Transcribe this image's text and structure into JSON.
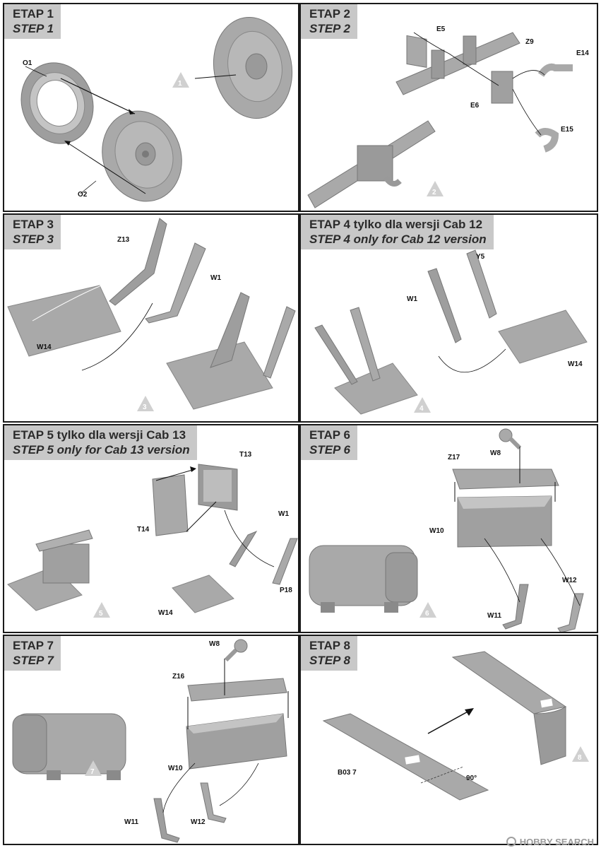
{
  "panels": [
    {
      "etap": "ETAP 1",
      "step": "STEP 1",
      "number": "1",
      "labels": [
        "O1",
        "O2"
      ]
    },
    {
      "etap": "ETAP 2",
      "step": "STEP 2",
      "number": "2",
      "labels": [
        "E5",
        "Z9",
        "E14",
        "E6",
        "E15"
      ]
    },
    {
      "etap": "ETAP 3",
      "step": "STEP 3",
      "number": "3",
      "labels": [
        "Z13",
        "W1",
        "W14"
      ]
    },
    {
      "etap": "ETAP 4 tylko dla wersji Cab 12",
      "step": "STEP 4 only for Cab 12 version",
      "number": "4",
      "labels": [
        "Y5",
        "W1",
        "W14"
      ]
    },
    {
      "etap": "ETAP 5 tylko dla wersji Cab 13",
      "step": "STEP 5 only for Cab 13 version",
      "number": "5",
      "labels": [
        "T13",
        "T14",
        "W1",
        "P18",
        "W14"
      ]
    },
    {
      "etap": "ETAP 6",
      "step": "STEP 6",
      "number": "6",
      "labels": [
        "W8",
        "Z17",
        "W10",
        "W12",
        "W11"
      ]
    },
    {
      "etap": "ETAP 7",
      "step": "STEP 7",
      "number": "7",
      "labels": [
        "W8",
        "Z16",
        "W10",
        "W11",
        "W12"
      ]
    },
    {
      "etap": "ETAP 8",
      "step": "STEP 8",
      "number": "8",
      "labels": [
        "B03 7",
        "90°"
      ]
    }
  ],
  "footer": {
    "brand": "HOBBY SEARCH"
  },
  "colors": {
    "part": "#a9a9a9",
    "part_dark": "#8a8a8a",
    "part_light": "#c4c4c4",
    "header": "#c8c8c8",
    "border": "#1a1a1a",
    "badge": "#d0d0d0"
  }
}
